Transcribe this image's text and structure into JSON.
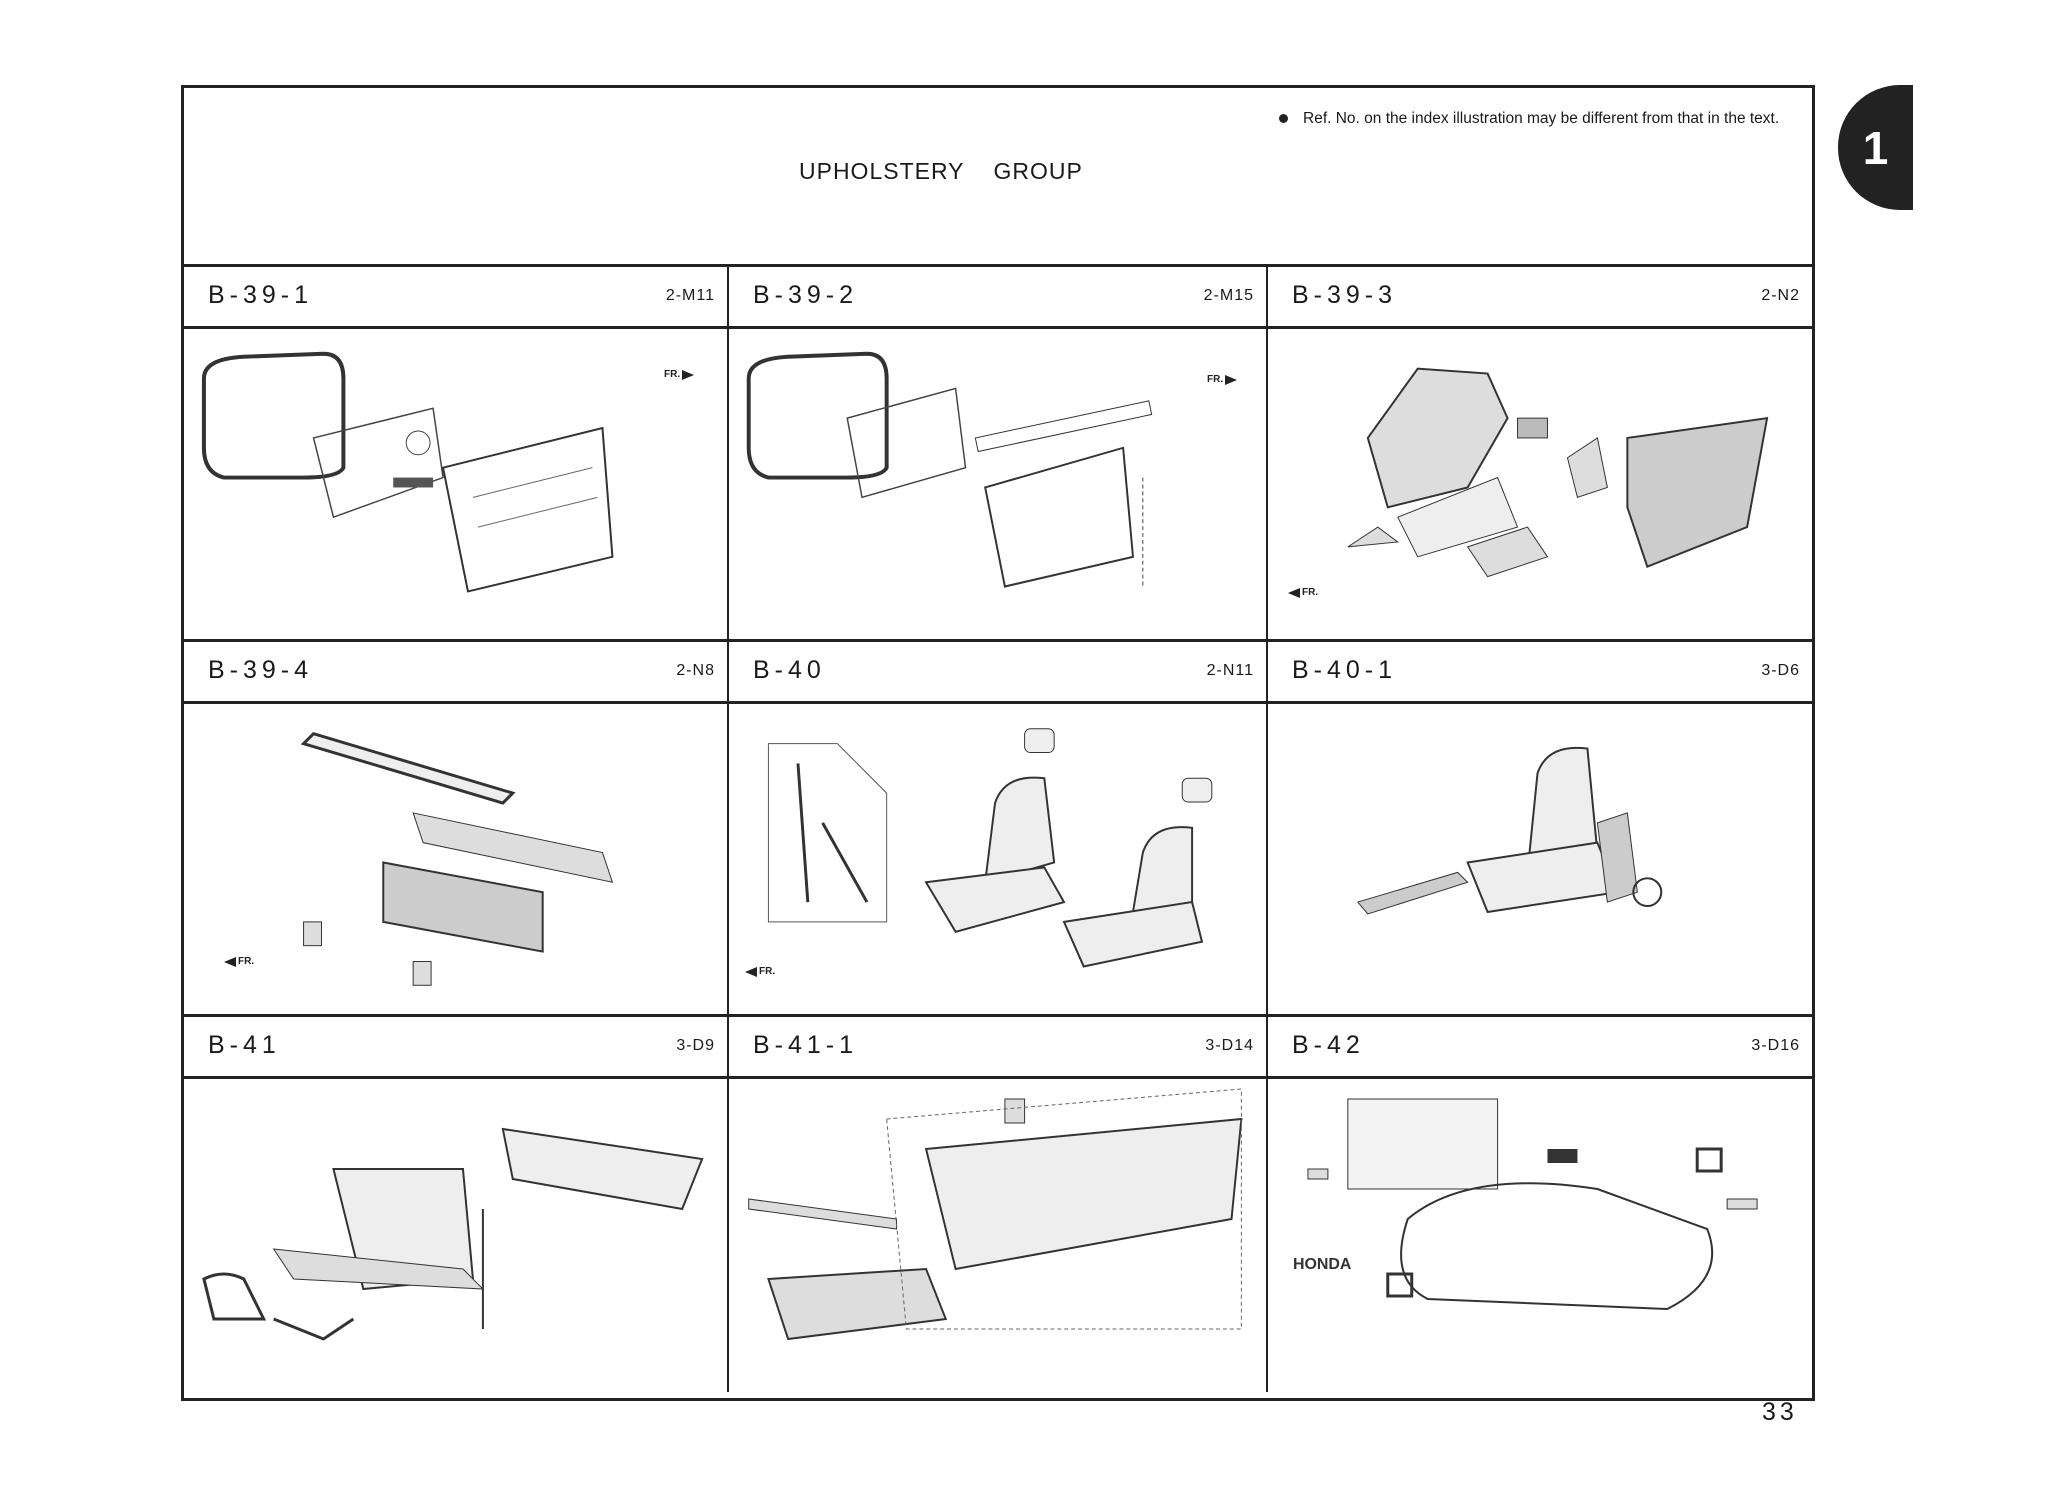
{
  "header": {
    "title": "UPHOLSTERY GROUP",
    "note": "Ref. No. on the index illustration may be different from that in the text."
  },
  "section_tab": "1",
  "page_number": "33",
  "cells": [
    {
      "code": "B-39-1",
      "ref": "2-M11"
    },
    {
      "code": "B-39-2",
      "ref": "2-M15"
    },
    {
      "code": "B-39-3",
      "ref": "2-N2"
    },
    {
      "code": "B-39-4",
      "ref": "2-N8"
    },
    {
      "code": "B-40",
      "ref": "2-N11"
    },
    {
      "code": "B-40-1",
      "ref": "3-D6"
    },
    {
      "code": "B-41",
      "ref": "3-D9"
    },
    {
      "code": "B-41-1",
      "ref": "3-D14"
    },
    {
      "code": "B-42",
      "ref": "3-D16"
    }
  ],
  "illustration_labels": {
    "front_marker": "FR."
  },
  "colors": {
    "ink": "#222222",
    "paper": "#ffffff"
  }
}
